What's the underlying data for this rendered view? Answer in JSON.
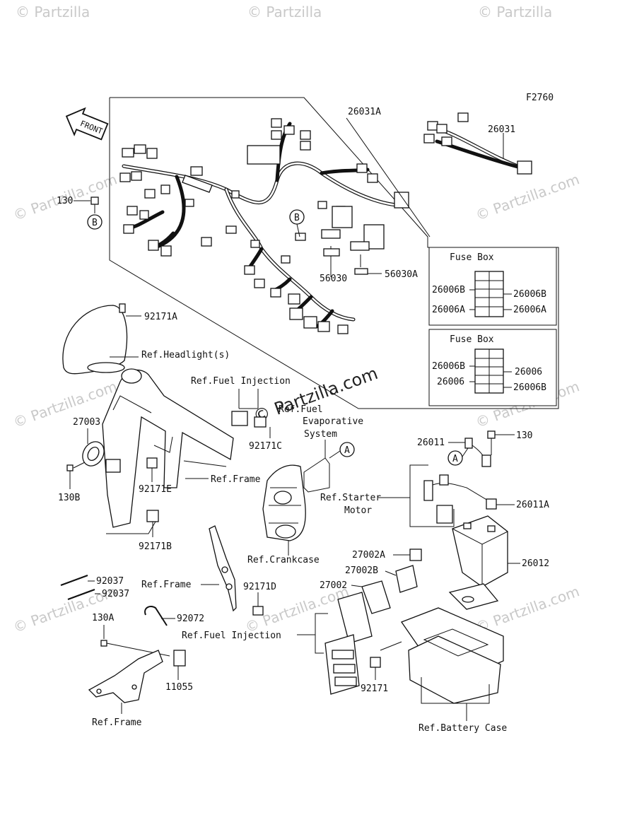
{
  "figure_code": "F2760",
  "front_label": "FRONT",
  "fuse_boxes": [
    {
      "title": "Fuse Box",
      "left": [
        "26006B",
        "26006A"
      ],
      "right": [
        "26006B",
        "26006A"
      ]
    },
    {
      "title": "Fuse Box",
      "left": [
        "26006B",
        "26006"
      ],
      "right": [
        "26006",
        "26006B"
      ]
    }
  ],
  "labels": {
    "p26031A": "26031A",
    "p26031": "26031",
    "p130_top": "130",
    "p56030": "56030",
    "p56030A": "56030A",
    "p92171A": "92171A",
    "ref_headlight": "Ref.Headlight(s)",
    "ref_fuel_injection_top": "Ref.Fuel Injection",
    "ref_fuel_evap_1": "Ref.Fuel",
    "ref_fuel_evap_2": "Evaporative",
    "ref_fuel_evap_3": "System",
    "p27003": "27003",
    "p92171C": "92171C",
    "p130B": "130B",
    "p92171E": "92171E",
    "ref_frame_mid": "Ref.Frame",
    "p92171B": "92171B",
    "p26011": "26011",
    "p130_right": "130",
    "ref_starter_1": "Ref.Starter",
    "ref_starter_2": "Motor",
    "p26011A": "26011A",
    "p26012": "26012",
    "ref_crankcase": "Ref.Crankcase",
    "p27002A": "27002A",
    "p27002B": "27002B",
    "p27002": "27002",
    "p92037_a": "92037",
    "p92037_b": "92037",
    "ref_frame_lower": "Ref.Frame",
    "p92171D": "92171D",
    "p92072": "92072",
    "p130A": "130A",
    "ref_fuel_injection_bottom": "Ref.Fuel Injection",
    "p11055": "11055",
    "p92171": "92171",
    "ref_frame_bottom": "Ref.Frame",
    "ref_battery_case": "Ref.Battery Case",
    "callout_A": "A",
    "callout_B": "B"
  },
  "watermark": {
    "brand": "Partzilla",
    "brand_domain": "Partzilla.com"
  },
  "colors": {
    "line": "#111111",
    "background": "#ffffff",
    "watermark": "#c9c9c9"
  }
}
